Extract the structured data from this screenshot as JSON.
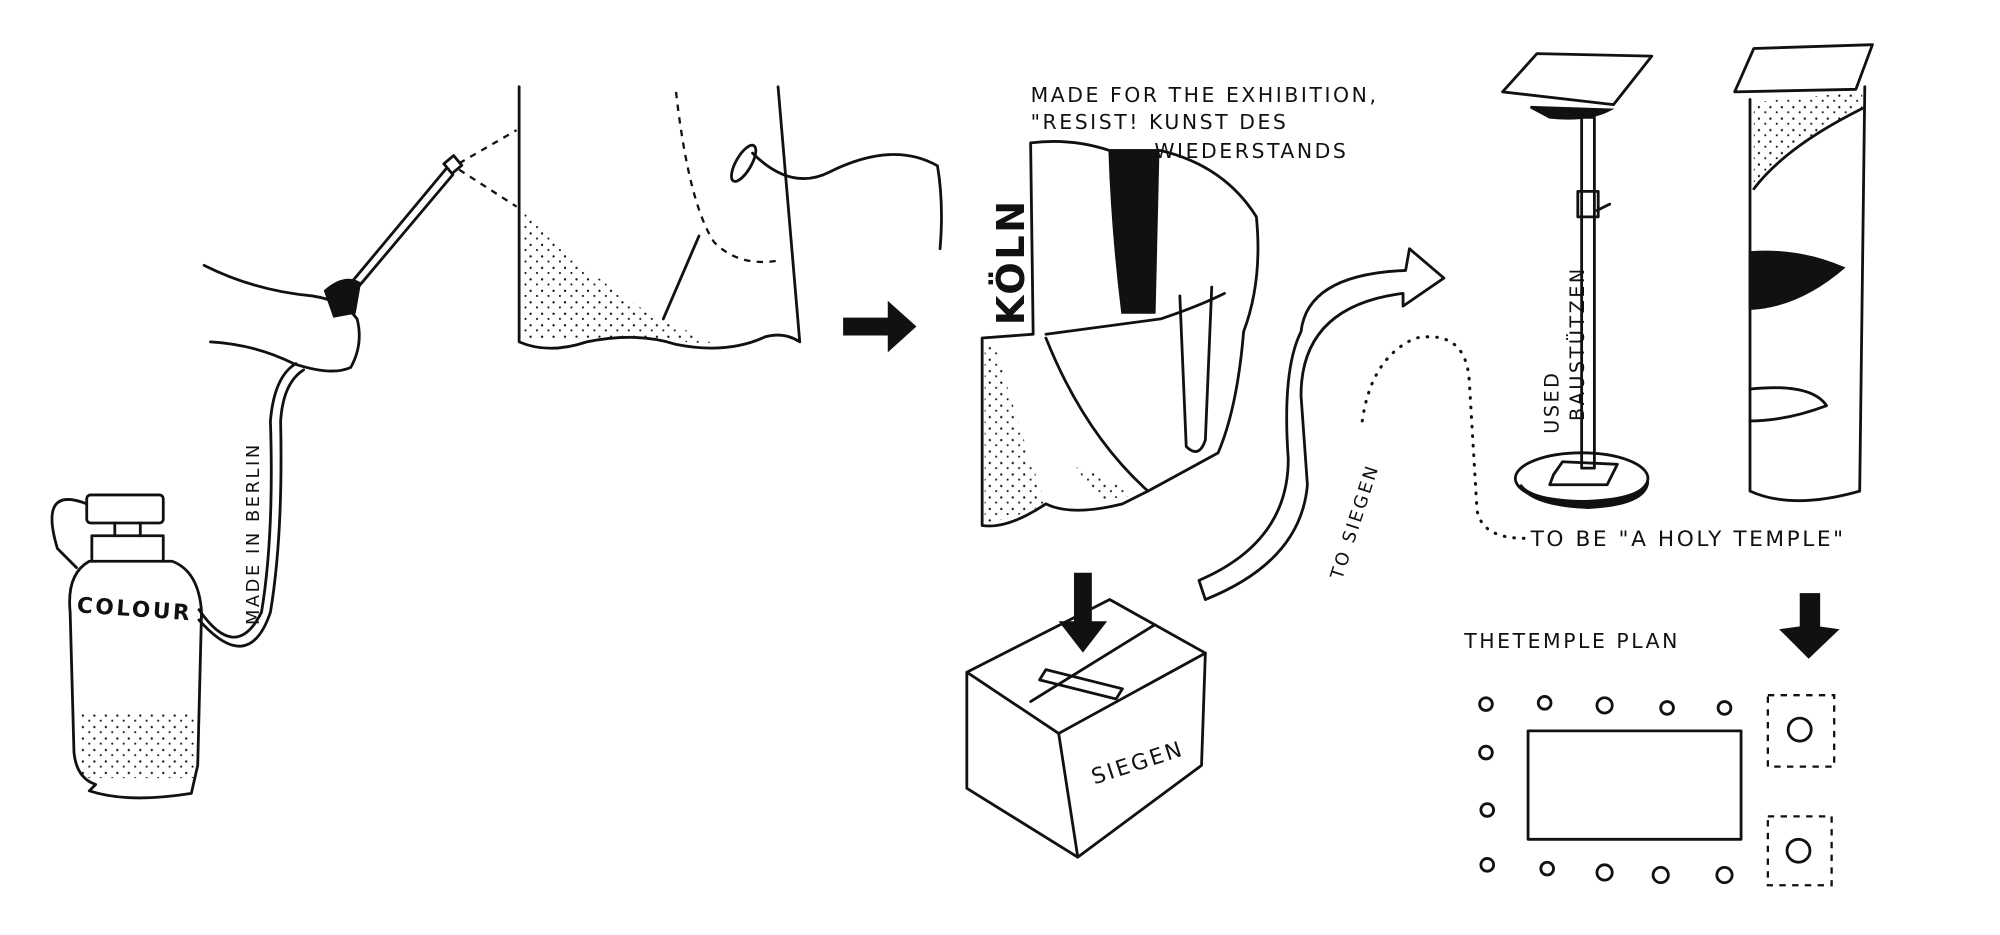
{
  "labels": {
    "tank": "COLOUR",
    "hose": "MADE IN BERLIN",
    "flag_city": "KÖLN",
    "annotation_line1": "MADE FOR THE EXHIBITION,",
    "annotation_line2": "\"RESIST! KUNST DES",
    "annotation_line3": "WIEDERSTANDS",
    "box": "SIEGEN",
    "curved_arrow": "TO SIEGEN",
    "stand_line1": "USED",
    "stand_line2": "BAUSTÜTZEN",
    "temple": "TO BE \"A HOLY TEMPLE\"",
    "plan_title": "THETEMPLE PLAN"
  },
  "colors": {
    "ink": "#111111",
    "paper": "#ffffff"
  }
}
